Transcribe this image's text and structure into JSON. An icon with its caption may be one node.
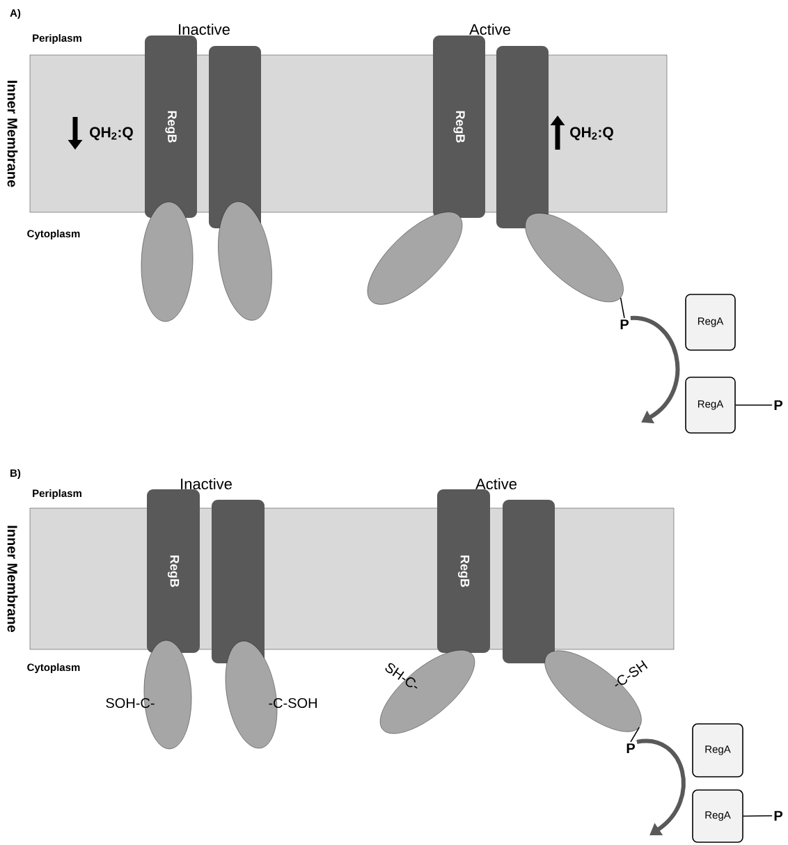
{
  "diagram": {
    "nodes": [
      {
        "text": [
          "Inner Membrane"
        ]
      },
      {
        "text": [
          "RegB"
        ]
      },
      {
        "text": [],
        "shape": "bar"
      },
      {
        "text": [],
        "shape": "ellipse"
      },
      {
        "text": [],
        "shape": "ellipse"
      },
      {
        "text": [
          "RegB"
        ]
      },
      {
        "text": [],
        "shape": "bar"
      },
      {
        "text": [],
        "shape": "ellipse"
      },
      {
        "text": [],
        "shape": "ellipse"
      },
      {
        "text": [
          "P"
        ]
      },
      {
        "text": [
          "RegA"
        ]
      },
      {
        "text": [
          "RegA"
        ]
      },
      {
        "text": [
          "P"
        ]
      },
      {
        "text": [
          "Inner Membrane"
        ]
      },
      {
        "text": [
          "RegB"
        ]
      },
      {
        "text": [],
        "shape": "bar"
      },
      {
        "text": [],
        "shape": "ellipse",
        "beside": [
          "SOH-C-"
        ]
      },
      {
        "text": [],
        "shape": "ellipse",
        "beside": [
          "-C-SOH"
        ]
      },
      {
        "text": [
          "RegB"
        ]
      },
      {
        "text": [],
        "shape": "bar"
      },
      {
        "text": [],
        "shape": "ellipse",
        "beside": [
          "SH-C-"
        ]
      },
      {
        "text": [],
        "shape": "ellipse",
        "beside": [
          "-C-SH"
        ]
      },
      {
        "text": [
          "P"
        ]
      },
      {
        "text": [
          "RegA"
        ]
      },
      {
        "text": [
          "RegA"
        ]
      },
      {
        "text": [
          "P"
        ]
      }
    ],
    "edges": [
      {
        "from": 9,
        "to": 8,
        "arrow": "none"
      },
      {
        "from": 9,
        "to": null,
        "arrow": "to",
        "style": "thick",
        "color": "#595959"
      },
      {
        "from": 11,
        "to": 12,
        "arrow": "none"
      },
      {
        "from": 22,
        "to": 21,
        "arrow": "none"
      },
      {
        "from": 22,
        "to": null,
        "arrow": "to",
        "style": "thick",
        "color": "#595959"
      },
      {
        "from": 24,
        "to": 25,
        "arrow": "none"
      }
    ],
    "labels": [
      "A)",
      "Periplasm",
      "Inactive",
      "Active",
      "QH$_{2}$:Q",
      "QH$_{2}$:Q",
      "Cytoplasm",
      "B)",
      "Periplasm",
      "Inactive",
      "Active",
      "Cytoplasm"
    ]
  }
}
